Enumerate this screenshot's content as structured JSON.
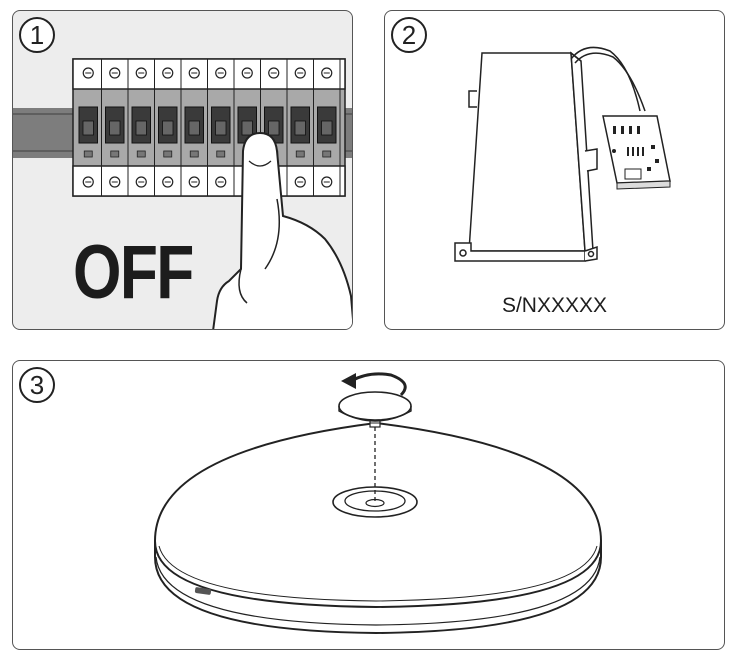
{
  "steps": [
    {
      "number": "1",
      "label": "OFF"
    },
    {
      "number": "2",
      "label": "S/NXXXXX"
    },
    {
      "number": "3",
      "label": ""
    }
  ],
  "icons": [
    "circuit-breaker-icon",
    "hand-pointer-icon",
    "driver-box-icon",
    "circuit-board-icon",
    "ceiling-light-icon",
    "rotate-arrow-icon",
    "screw-cap-icon"
  ],
  "colors": {
    "border": "#555555",
    "panel1_bg": "#ededed",
    "rail": "#7f7f7f",
    "breaker": "#9a9a9a",
    "ink": "#222222"
  }
}
